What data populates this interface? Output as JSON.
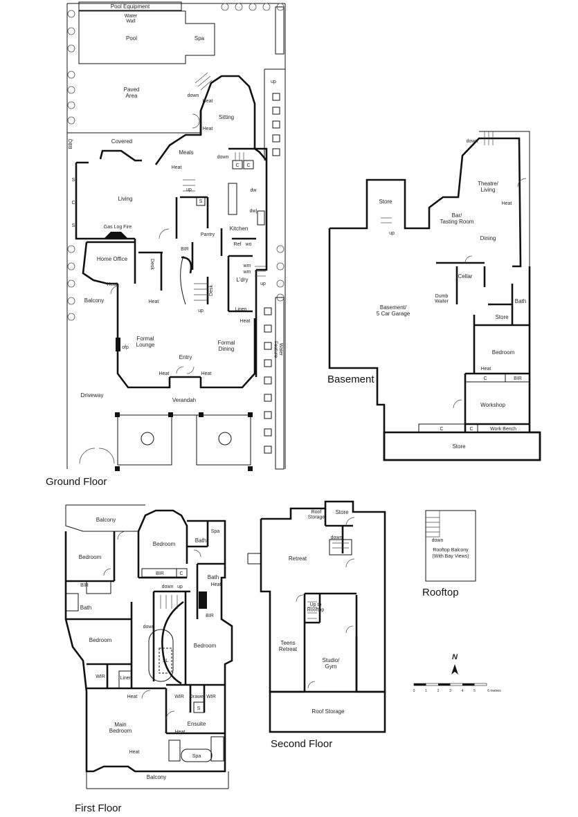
{
  "floors": {
    "ground": {
      "title": "Ground Floor",
      "rooms": {
        "pool_equipment": "Pool Equipment",
        "water_wall": "Water\nWall",
        "pool": "Pool",
        "spa": "Spa",
        "paved_area": "Paved\nArea",
        "sitting": "Sitting",
        "covered": "Covered",
        "meals": "Meals",
        "bbq": "BBQ",
        "living": "Living",
        "kitchen": "Kitchen",
        "gas_log_fire": "Gas Log Fire",
        "pantry": "Pantry",
        "bir": "BIR",
        "home_office": "Home Office",
        "desk": "Desk",
        "balcony": "Balcony",
        "laundry": "L'dry",
        "linen": "Linen",
        "formal_lounge": "Formal\nLounge",
        "formal_dining": "Formal\nDining",
        "entry": "Entry",
        "verandah": "Verandah",
        "driveway": "Driveway",
        "water_feature": "Water\nFeature",
        "ofp": "ofp",
        "ref": "Ref",
        "wo": "wo",
        "dw": "dw",
        "dwl": "dw|",
        "wm": "wm",
        "s": "S",
        "c": "C",
        "heat": "Heat",
        "up": "up",
        "down": "down"
      }
    },
    "basement": {
      "title": "Basement",
      "rooms": {
        "store": "Store",
        "basement_garage": "Basement/\n5 Car Garage",
        "bar": "Bar/\nTasting Room",
        "theatre": "Theatre/\nLiving",
        "dining": "Dining",
        "cellar": "Cellar",
        "dumb_waiter": "Dumb\nWaiter",
        "bath": "Bath",
        "bedroom": "Bedroom",
        "bir": "BIR",
        "workshop": "Workshop",
        "work_bench": "Work Bench",
        "c": "C",
        "heat": "Heat",
        "up": "up",
        "down": "down"
      }
    },
    "first": {
      "title": "First Floor",
      "rooms": {
        "balcony": "Balcony",
        "bedroom": "Bedroom",
        "bath": "Bath",
        "spa": "Spa",
        "bir": "BIR",
        "c": "C",
        "wir": "WIR",
        "linen": "Linen",
        "sl": "SL",
        "main_bedroom": "Main\nBedroom",
        "ensuite": "Ensuite",
        "drawer": "Drawer",
        "s": "S",
        "heat": "Heat",
        "up": "up",
        "down": "down"
      }
    },
    "second": {
      "title": "Second Floor",
      "rooms": {
        "roof_storage": "Roof\nStorage",
        "store": "Store",
        "retreat": "Retreat",
        "up_to_rooftop": "Up to\nRooftop",
        "teens_retreat": "Teens\nRetreat",
        "studio_gym": "Studio/\nGym",
        "roof_storage_large": "Roof Storage",
        "down": "down"
      }
    },
    "rooftop": {
      "title": "Rooftop",
      "rooms": {
        "rooftop_balcony": "Rooftop Balcony",
        "bay_views": "(With Bay Views)",
        "down": "down"
      }
    }
  },
  "compass": {
    "label": "N"
  },
  "scale": {
    "ticks": [
      "0",
      "1",
      "2",
      "3",
      "4",
      "5",
      "6 metres"
    ]
  }
}
